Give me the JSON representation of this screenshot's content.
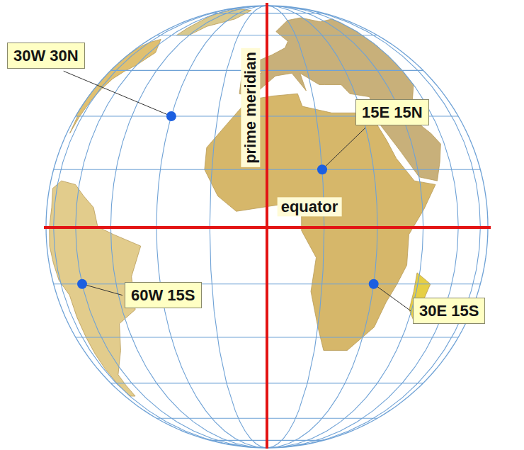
{
  "diagram": {
    "nodes": [
      {
        "text": [
          "30W 30N"
        ]
      },
      {
        "text": [
          "15E 15N"
        ]
      },
      {
        "text": [
          "60W 15S"
        ]
      },
      {
        "text": [
          "30E 15S"
        ]
      }
    ],
    "labels": [
      "prime meridian",
      "equator"
    ]
  }
}
